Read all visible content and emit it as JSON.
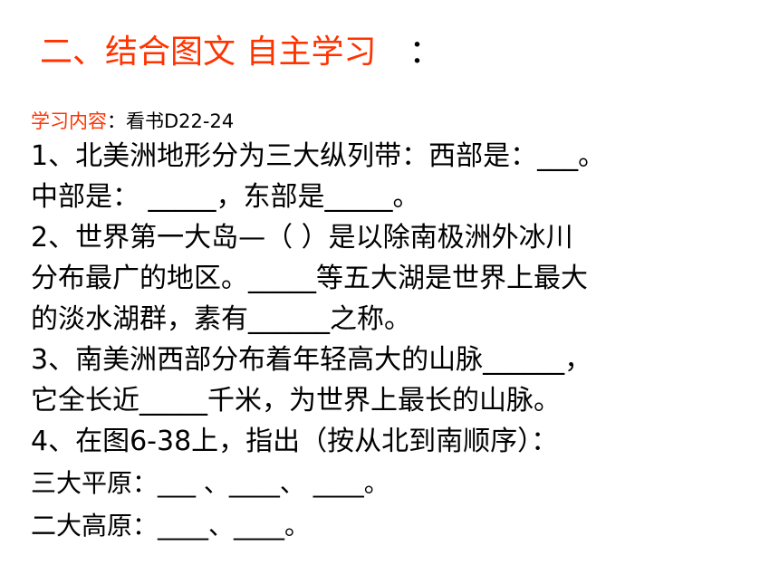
{
  "heading": {
    "title": "二、结合图文 自主学习",
    "colon": "："
  },
  "study": {
    "label": "学习内容",
    "text": "：看书D22-24"
  },
  "lines": [
    "1、北美洲地形分为三大纵列带：西部是：___。",
    "中部是： _____，东部是_____。",
    "2、世界第一大岛—（    ）是以除南极洲外冰川",
    "分布最广的地区。_____等五大湖是世界上最大",
    "的淡水湖群，素有______之称。",
    "3、南美洲西部分布着年轻高大的山脉______，",
    "它全长近_____千米，为世界上最长的山脉。",
    "4、在图6-38上，指出（按从北到南顺序）：",
    "三大平原：___ 、____、 ____。",
    "二大高原：____、____。"
  ],
  "colors": {
    "accent": "#ff3300",
    "text": "#000000",
    "background": "#ffffff"
  }
}
